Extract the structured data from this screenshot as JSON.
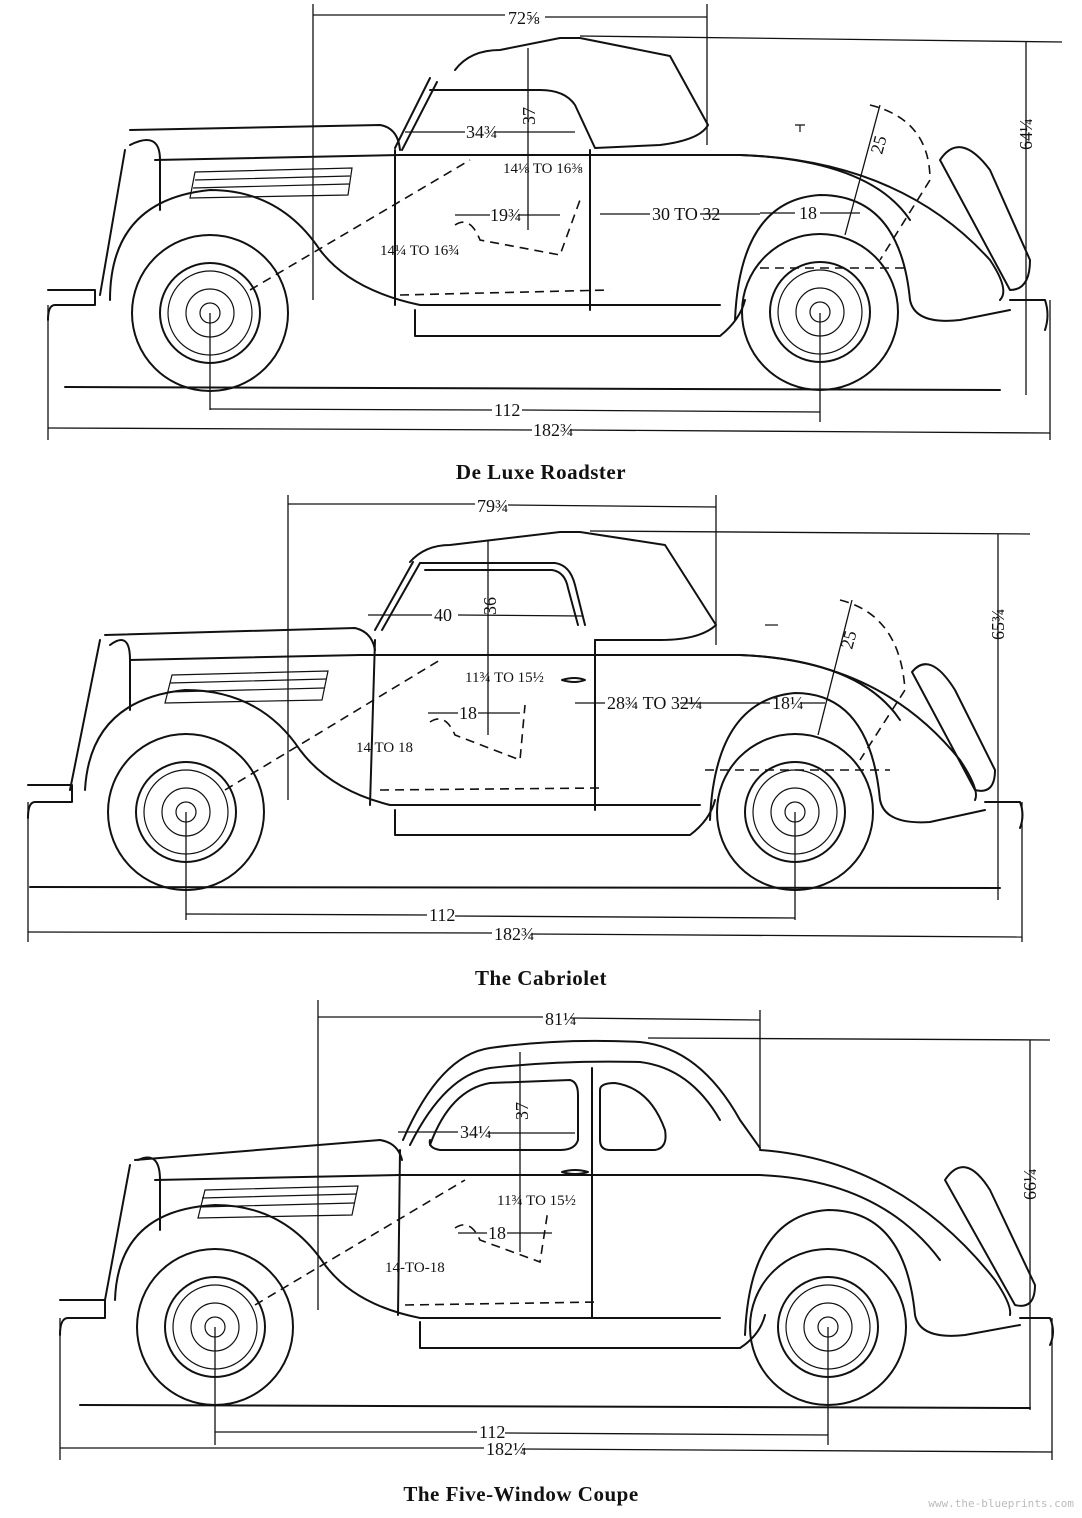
{
  "diagrams": [
    {
      "caption": "De Luxe Roadster",
      "dims": {
        "top_length": "72⅝",
        "height": "64¼",
        "windshield_height": "37",
        "seat_width": "34¾",
        "leg_top": "14⅛ TO 16⅜",
        "seat_depth": "19¾",
        "leg_front": "14¼ TO 16¾",
        "rear_space": "30 TO 32",
        "rumble": "18",
        "rumble_height": "25",
        "wheelbase": "112",
        "overall_length": "182¾"
      }
    },
    {
      "caption": "The Cabriolet",
      "dims": {
        "top_length": "79¾",
        "height": "65¾",
        "windshield_height": "36",
        "seat_width": "40",
        "leg_top": "11¾ TO 15½",
        "seat_depth": "18",
        "leg_front": "14 TO 18",
        "rear_space": "28¾ TO 32¼",
        "rumble": "18¼",
        "rumble_height": "25",
        "wheelbase": "112",
        "overall_length": "182¾"
      }
    },
    {
      "caption": "The Five-Window Coupe",
      "dims": {
        "top_length": "81¼",
        "height": "66¼",
        "windshield_height": "37",
        "seat_width": "34¼",
        "leg_top": "11¾ TO 15½",
        "seat_depth": "18",
        "leg_front": "14-TO-18",
        "wheelbase": "112",
        "overall_length": "182¼"
      }
    }
  ],
  "watermark": "www.the-blueprints.com"
}
